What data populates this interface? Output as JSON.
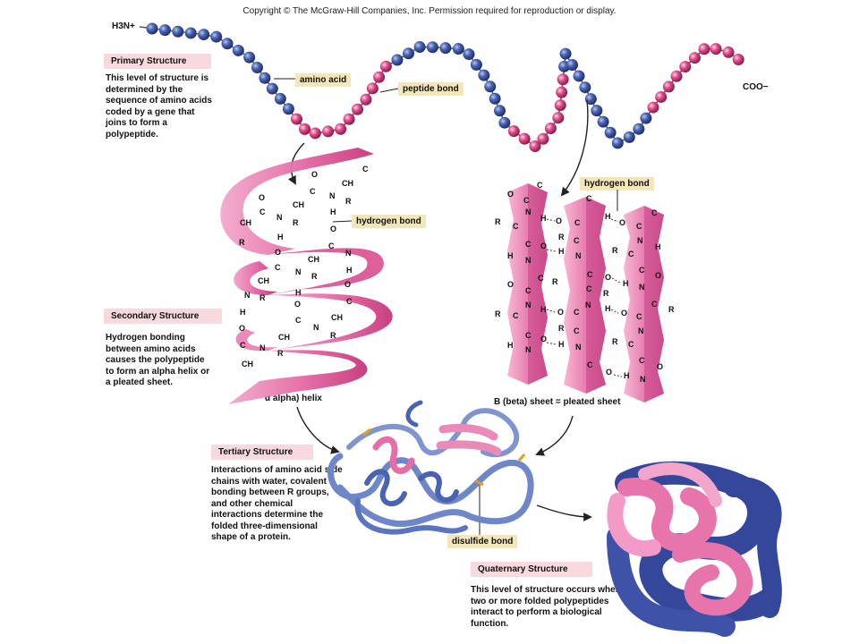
{
  "copyright": "Copyright © The McGraw-Hill Companies, Inc. Permission required for reproduction or display.",
  "primary": {
    "tag": "Primary Structure",
    "description": "This level of structure is determined by the sequence of amino acids coded by a gene that joins to form a polypeptide.",
    "n_terminus": "H3N+",
    "c_terminus": "COO−",
    "amino_acid_label": "amino acid",
    "peptide_bond_label": "peptide bond"
  },
  "secondary": {
    "tag": "Secondary Structure",
    "description": "Hydrogen bonding between amino acids causes the polypeptide to form an alpha helix or a pleated sheet.",
    "helix_caption": "α alpha) helix",
    "sheet_caption": "B (beta) sheet = pleated sheet",
    "hydrogen_bond_label_helix": "hydrogen bond",
    "hydrogen_bond_label_sheet": "hydrogen bond"
  },
  "tertiary": {
    "tag": "Tertiary Structure",
    "description": "Interactions of amino acid side chains with water, covalent bonding between R groups, and other chemical interactions determine the folded three-dimensional shape of a protein.",
    "disulfide_label": "disulfide bond"
  },
  "quaternary": {
    "tag": "Quaternary Structure",
    "description": "This level of structure occurs when two or more folded polypeptides interact to perform a biological function."
  },
  "colors": {
    "blue_bead": "#4a63b0",
    "pink_bead": "#de4e8a",
    "ribbon_pink": "#e87fb2",
    "ribbon_blue": "#5b74bf",
    "tag_bg": "#f7d9de"
  }
}
